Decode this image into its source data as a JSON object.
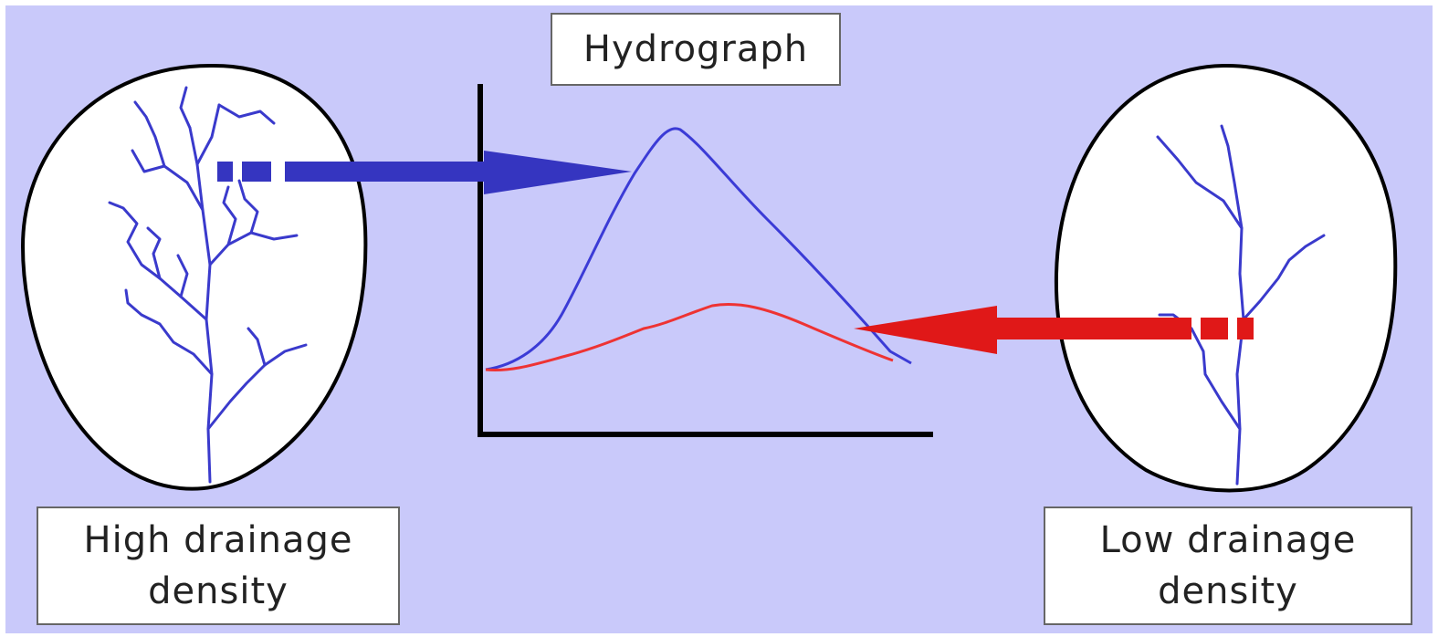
{
  "diagram": {
    "title": "Hydrograph",
    "left_label": {
      "line1": "High drainage",
      "line2": "density"
    },
    "right_label": {
      "line1": "Low drainage",
      "line2": "density"
    },
    "colors": {
      "background": "#c9c9fa",
      "basin_fill": "#ffffff",
      "basin_outline": "#000000",
      "stream": "#3a3acc",
      "high_density_hydrograph": "#3b3bd6",
      "low_density_hydrograph": "#ee3333",
      "blue_arrow": "#3535c0",
      "red_arrow": "#e01818",
      "axes": "#000000"
    },
    "icons": [
      "high-density-basin-icon",
      "low-density-basin-icon",
      "blue-arrow-icon",
      "red-arrow-icon"
    ]
  }
}
